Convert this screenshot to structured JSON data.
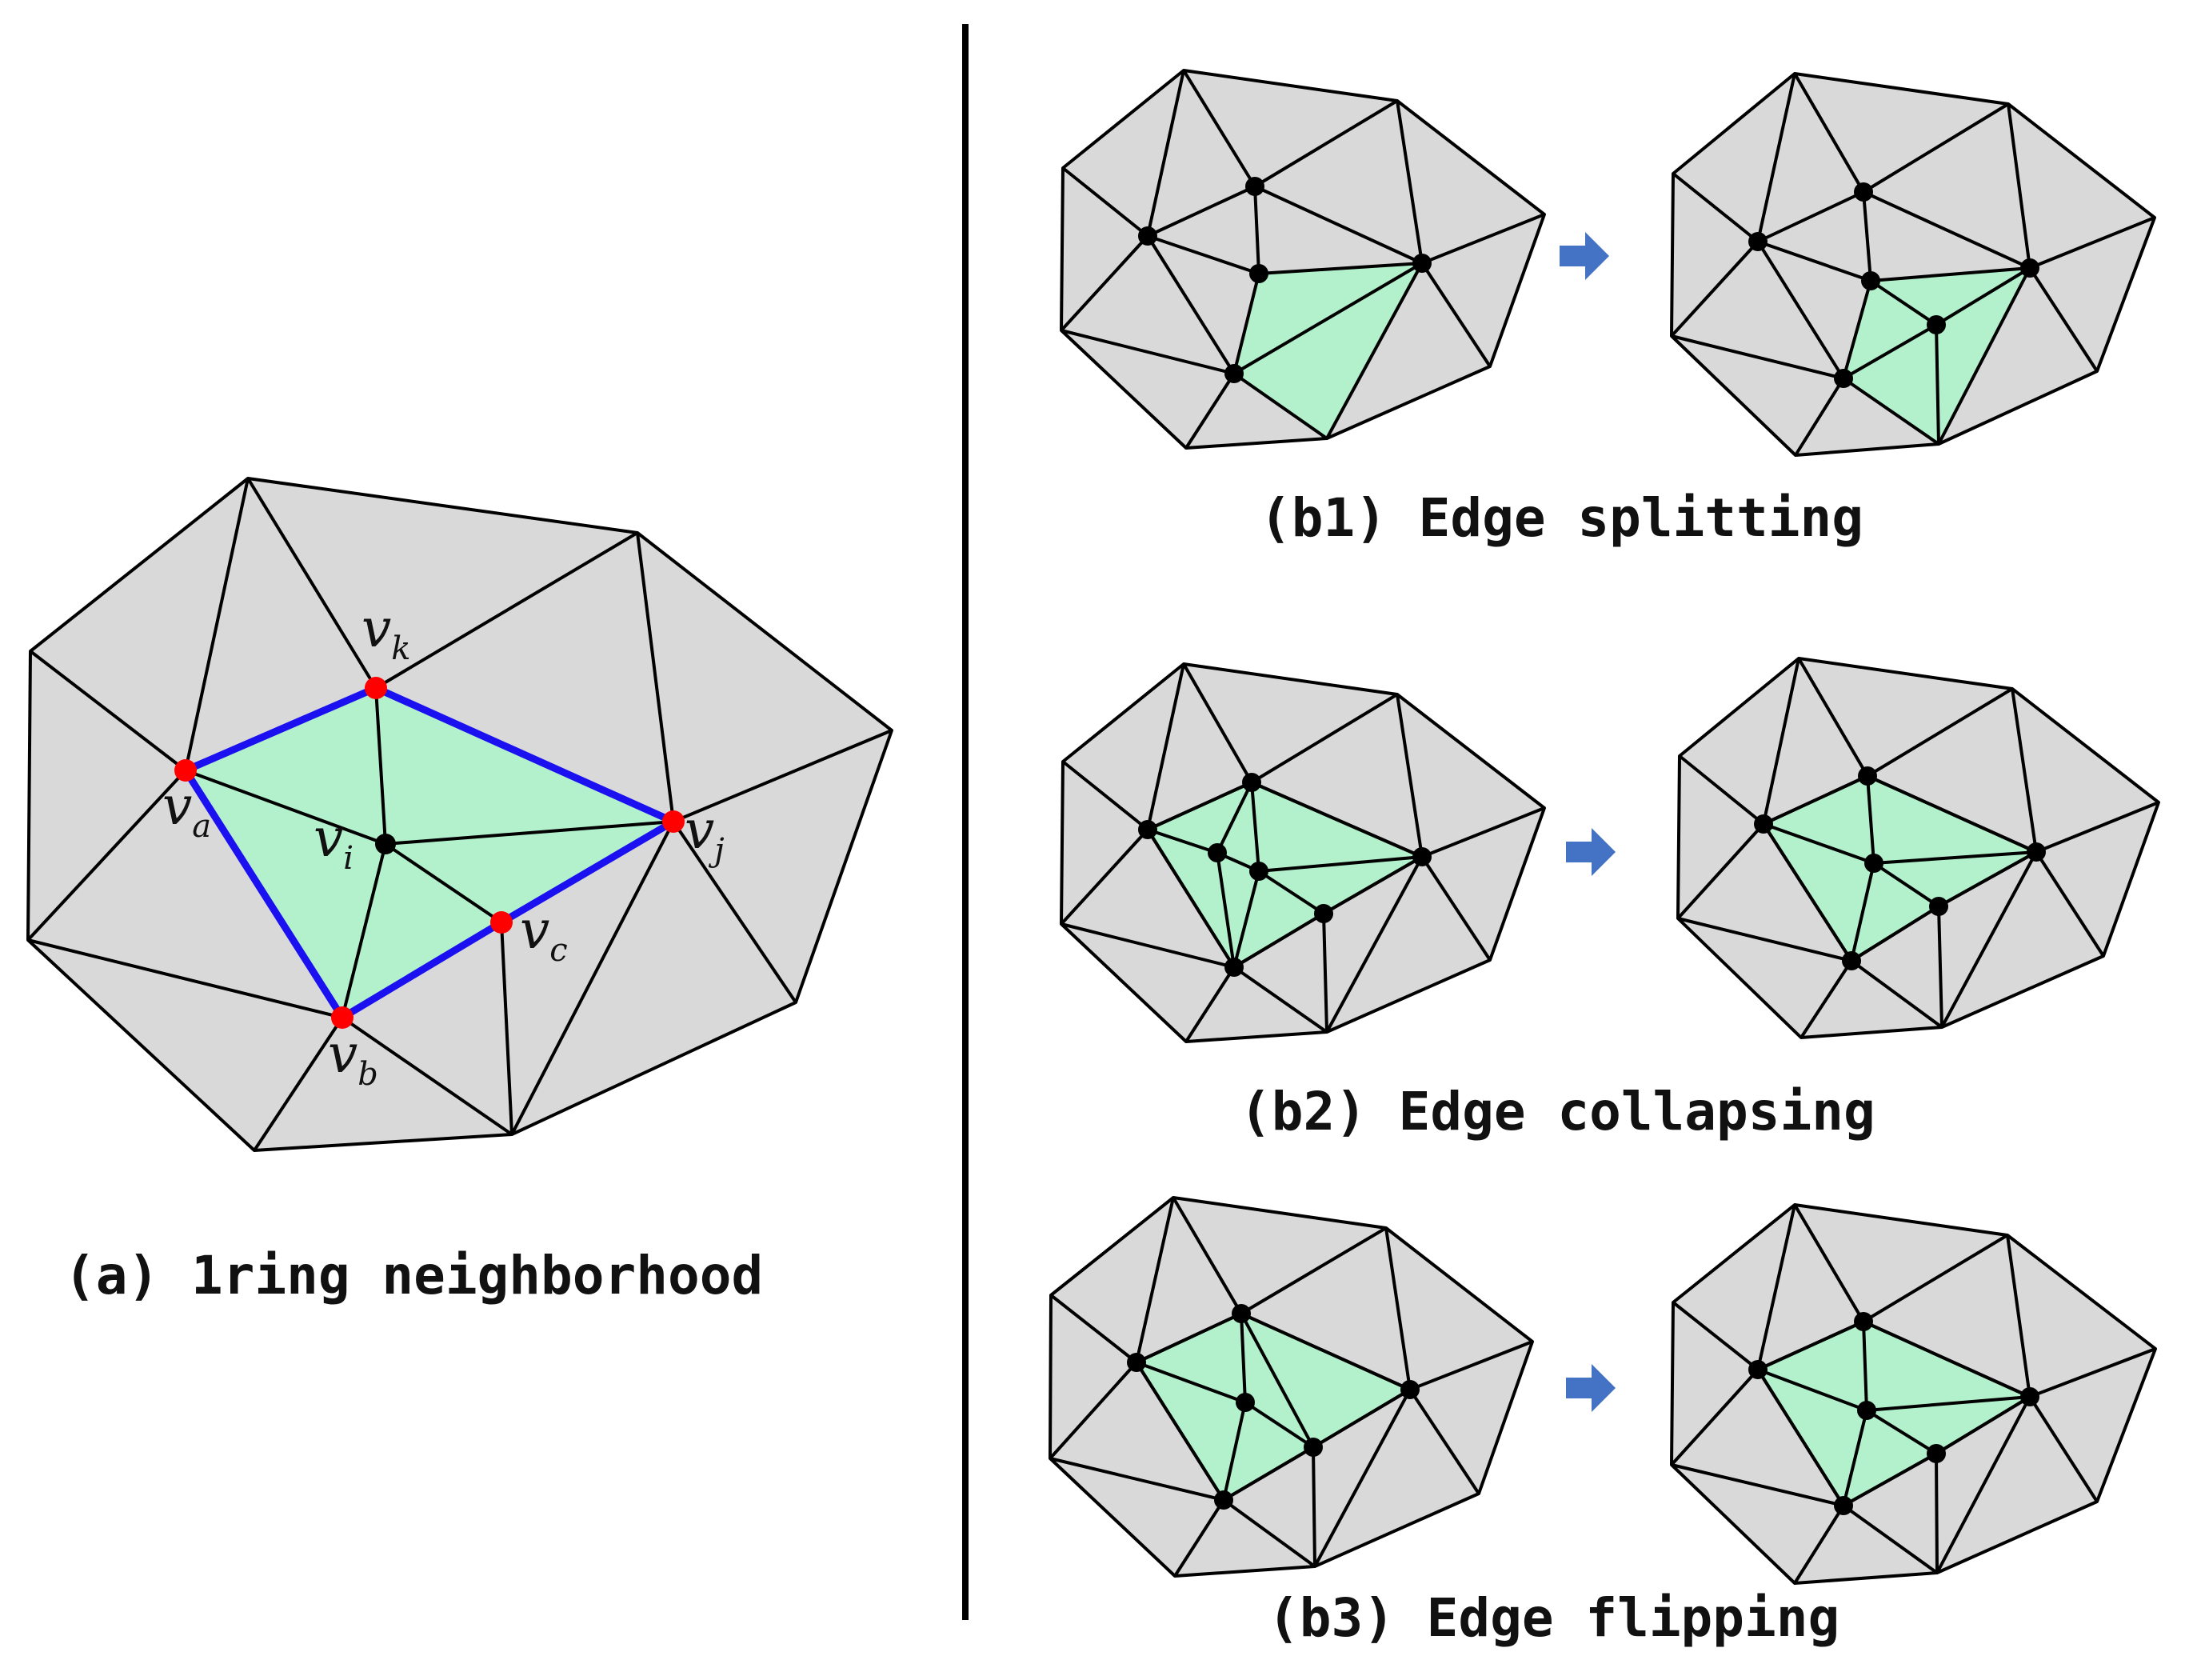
{
  "colors": {
    "face": "#d9d9d9",
    "highlight": "#b3f0cc",
    "edge": "#000000",
    "ring_edge": "#1a10f0",
    "ring_vertex": "#ff0000",
    "vertex": "#000000",
    "arrow": "#4472c4"
  },
  "panel_a": {
    "caption": "(a) 1ring neighborhood",
    "labels": {
      "vk": {
        "base": "v",
        "sub": "k"
      },
      "va": {
        "base": "v",
        "sub": "a"
      },
      "vi": {
        "base": "v",
        "sub": "i"
      },
      "vj": {
        "base": "v",
        "sub": "j"
      },
      "vc": {
        "base": "v",
        "sub": "c"
      },
      "vb": {
        "base": "v",
        "sub": "b"
      }
    }
  },
  "panel_b1": {
    "caption": "(b1) Edge splitting"
  },
  "panel_b2": {
    "caption": "(b2) Edge collapsing"
  },
  "panel_b3": {
    "caption": "(b3) Edge flipping"
  }
}
